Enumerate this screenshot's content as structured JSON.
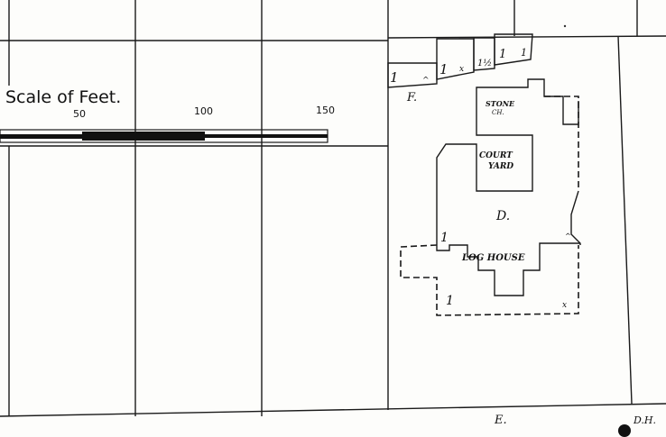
{
  "scale": {
    "title": "Scale of Feet.",
    "ticks": [
      "50",
      "100",
      "150"
    ]
  },
  "labels": {
    "f": "F.",
    "stone": "STONE",
    "stone2": "CH.",
    "court1": "COURT",
    "court2": "YARD",
    "d": "D.",
    "log_house": "LOG HOUSE",
    "e": "E.",
    "dh": "D.H."
  },
  "floor_marks": {
    "one": "1",
    "one_half": "1½",
    "x": "x",
    "arrow": "^"
  },
  "colors": {
    "ink": "#1a1a1a",
    "paper": "#fdfdfb"
  }
}
